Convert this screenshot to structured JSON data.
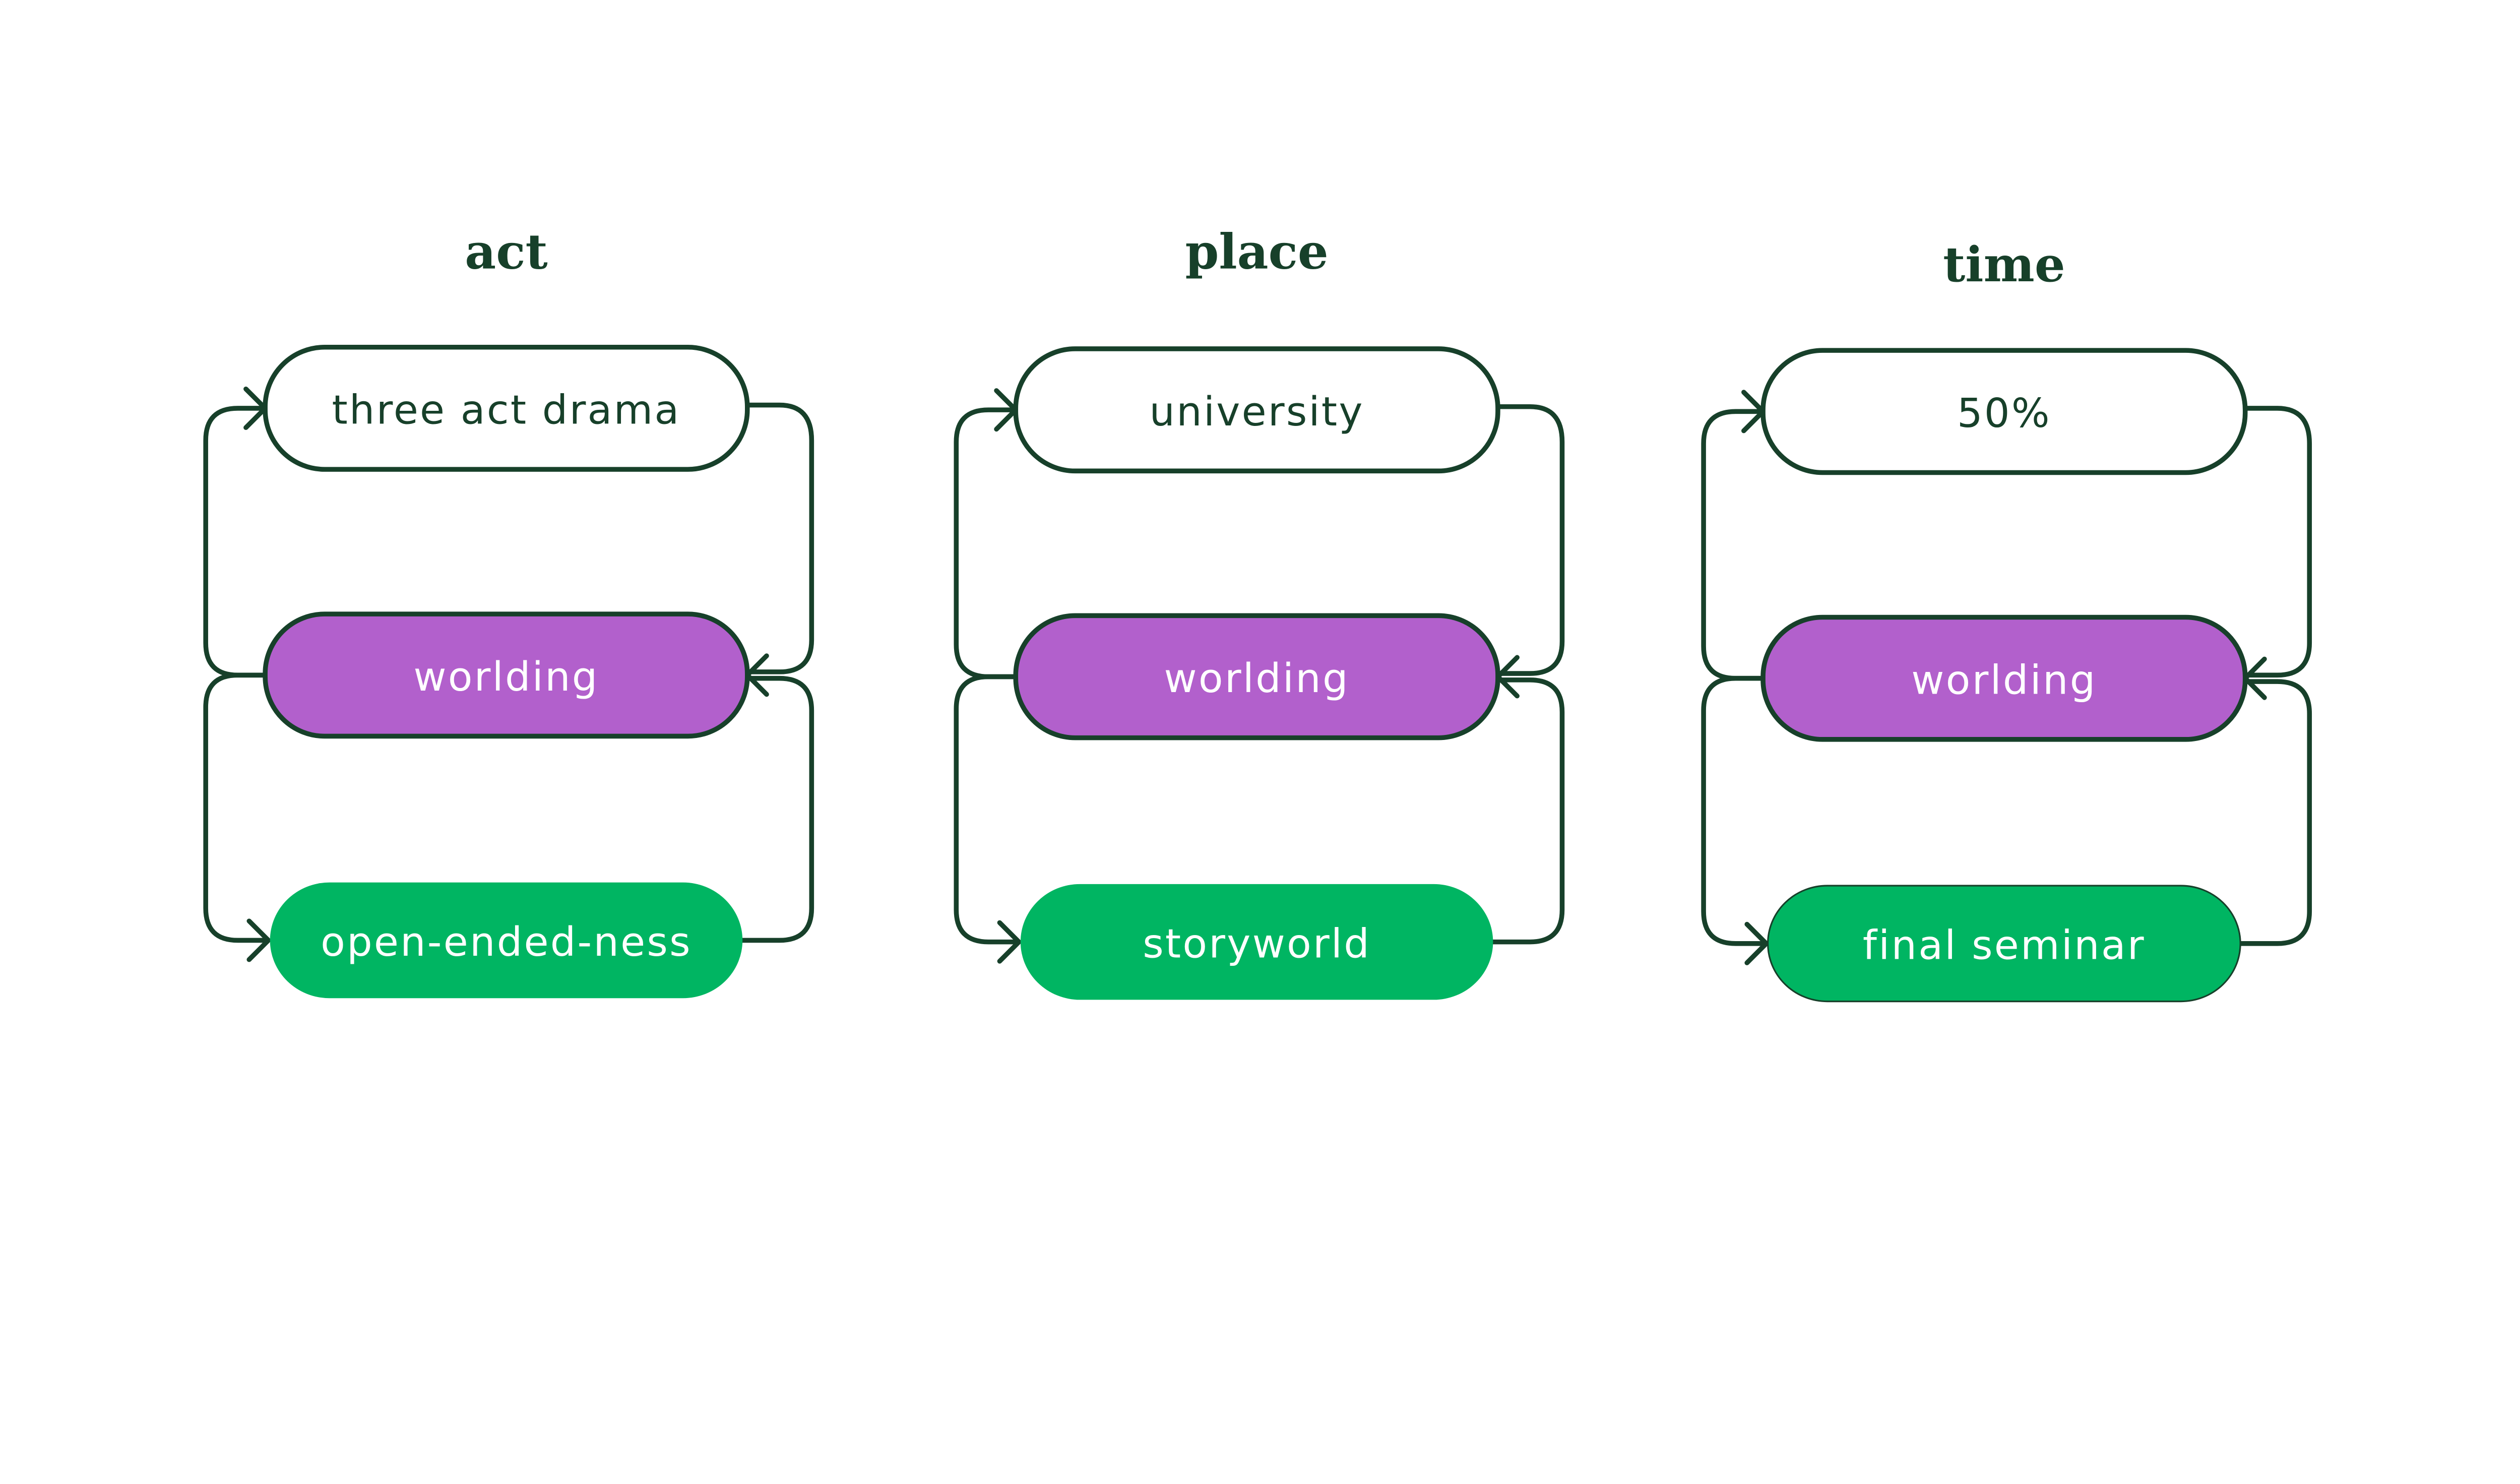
{
  "colors": {
    "ink": "#17402a",
    "start_fill": "#ffffff",
    "middle_fill": "#b260cc",
    "end_fill": "#00b562",
    "middle_text": "#ffffff",
    "end_text": "#ffffff"
  },
  "columns": [
    {
      "title": "act",
      "nodes": [
        "three act drama",
        "worlding",
        "open-ended-ness"
      ]
    },
    {
      "title": "place",
      "nodes": [
        "university",
        "worlding",
        "storyworld"
      ]
    },
    {
      "title": "time",
      "nodes": [
        "50%",
        "worlding",
        "final seminar"
      ]
    }
  ]
}
